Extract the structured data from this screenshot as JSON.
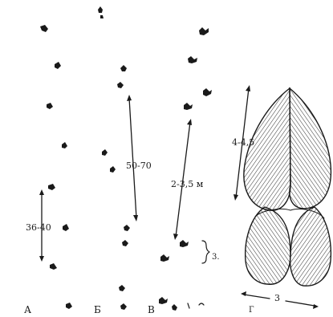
{
  "measurements": {
    "track_a_spacing": "36-40",
    "track_b_spacing": "50-70",
    "track_c_spacing": "2-3,5 м",
    "print_length": "4-4,5",
    "print_width": "3"
  },
  "annotations": {
    "bracket_label": "3."
  },
  "track_labels": {
    "a": "А",
    "b": "Б",
    "c": "В",
    "d": "Г"
  },
  "colors": {
    "ink": "#1a1a1a",
    "paper": "#ffffff"
  }
}
